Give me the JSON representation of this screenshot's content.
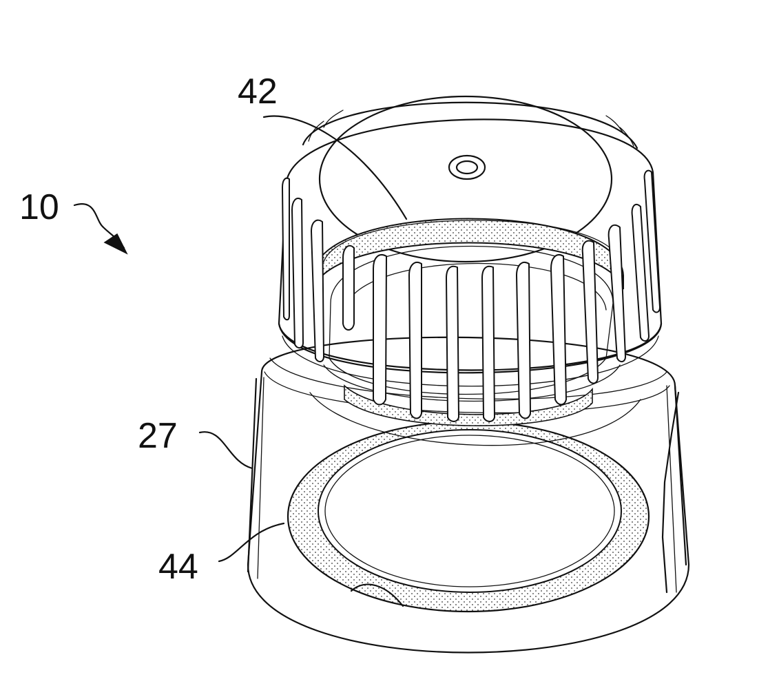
{
  "figure": {
    "reference_numerals": [
      {
        "id": "assembly",
        "text": "10"
      },
      {
        "id": "closure",
        "text": "27"
      },
      {
        "id": "upper_band",
        "text": "42"
      },
      {
        "id": "lower_band",
        "text": "44"
      }
    ]
  }
}
